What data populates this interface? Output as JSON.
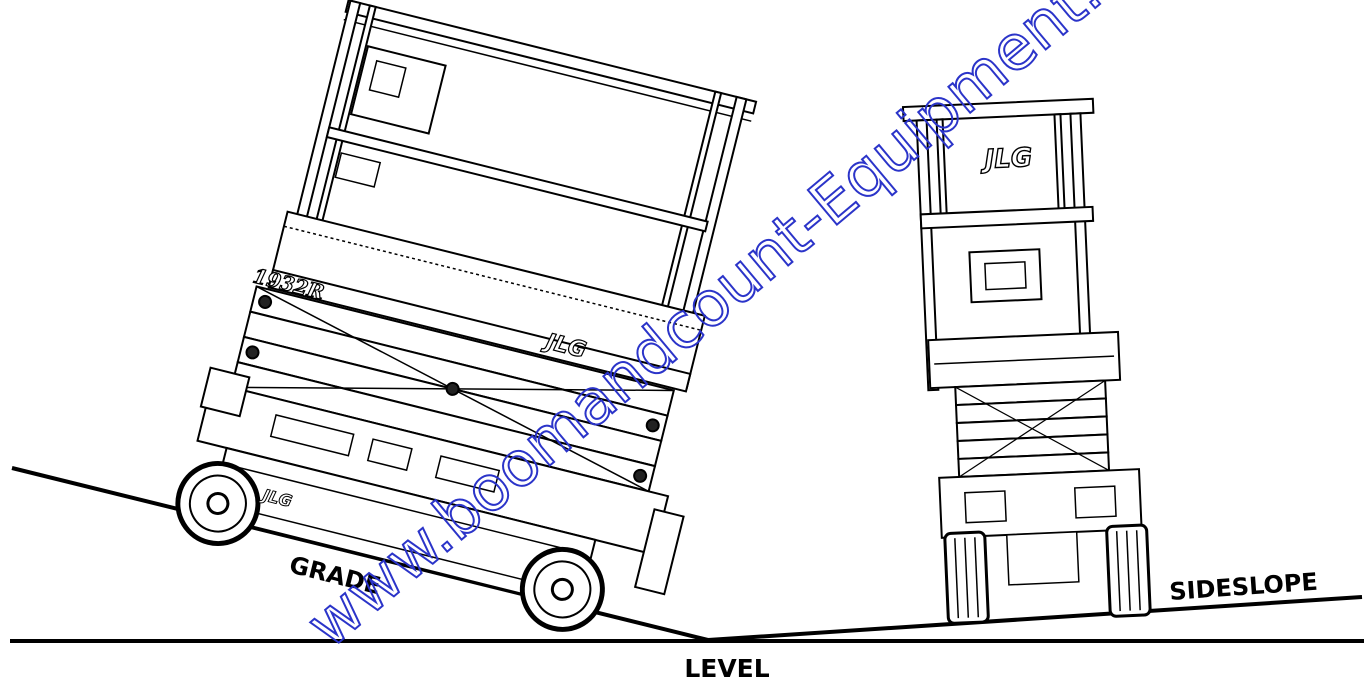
{
  "labels": {
    "grade": "GRADE",
    "sideslope": "SIDESLOPE",
    "level": "LEVEL"
  },
  "badges": {
    "model_platform": "1932R",
    "brand_platform": "JLG",
    "brand_chassis": "JLG",
    "brand_front": "JLG"
  },
  "watermark": {
    "text": "www.boomandcount-Equipment.com"
  },
  "colors": {
    "ink": "#000000",
    "background": "#ffffff",
    "watermark": "#2b34c9"
  }
}
